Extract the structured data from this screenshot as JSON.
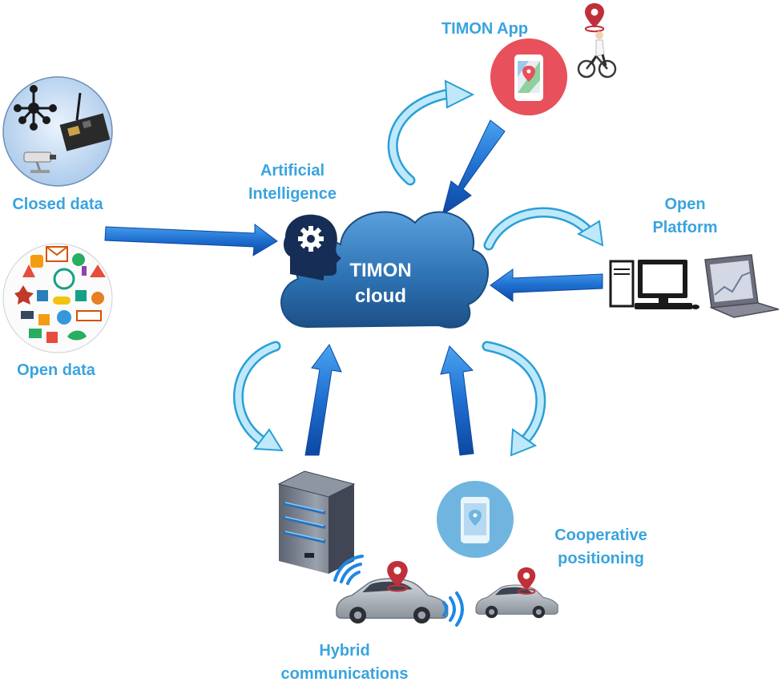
{
  "labels": {
    "timon_app": "TIMON App",
    "closed_data": "Closed data",
    "open_data": "Open data",
    "ai": [
      "Artificial",
      "Intelligence"
    ],
    "cloud": [
      "TIMON",
      "cloud"
    ],
    "open_platform": [
      "Open",
      "Platform"
    ],
    "cooperative_positioning": [
      "Cooperative",
      "positioning"
    ],
    "hybrid_communications": [
      "Hybrid",
      "communications"
    ]
  },
  "icons": {
    "cloud": "cloud-icon",
    "ai": "ai-head-icon",
    "app": "smartphone-map-icon",
    "cyclist": "cyclist-icon",
    "sensor": "iot-sensor-icon",
    "open_data": "open-data-icons",
    "desktop": "desktop-computer-icon",
    "laptop": "laptop-icon",
    "server": "server-icon",
    "car": "car-icon",
    "wifi": "wireless-icon"
  },
  "colors": {
    "label": "#3aa3df",
    "arrow_dark": "#1565c0",
    "arrow_light": "#5ec8ee",
    "cloud": "#2f77b8",
    "app_circle": "#e8505b",
    "pin": "#c0303a"
  }
}
